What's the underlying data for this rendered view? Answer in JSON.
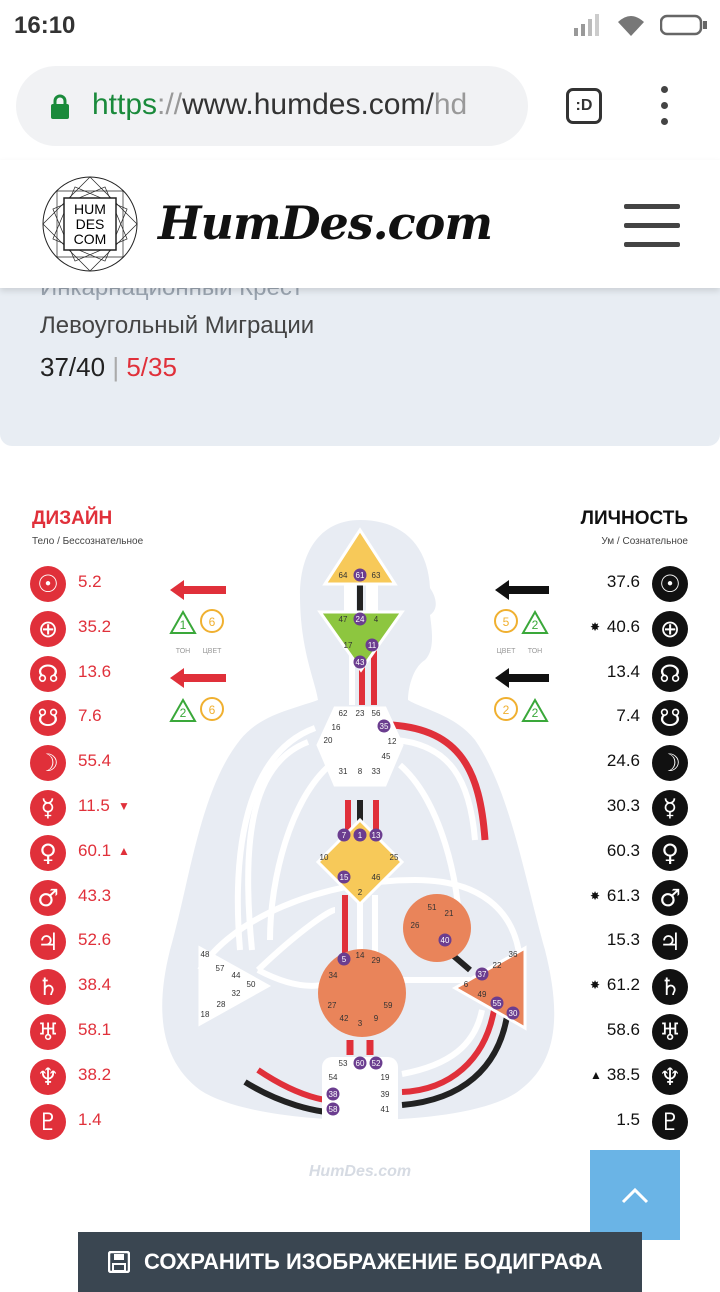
{
  "status": {
    "time": "16:10"
  },
  "browser": {
    "url_scheme": "https",
    "url_sep": "://",
    "url_host": "www.humdes.com/",
    "url_tail": "hd",
    "tabs_label": ":D"
  },
  "site": {
    "logo_line1": "HUM",
    "logo_line2": "DES",
    "logo_line3": "COM",
    "brand": "HumDes.com"
  },
  "info": {
    "faded_text": "Инкарнационный Крест",
    "cross_name": "Левоугольный Миграции",
    "gates_a": "37/40",
    "gates_sep": "|",
    "gates_b": "5/35"
  },
  "design": {
    "title": "ДИЗАЙН",
    "subtitle": "Тело / Бессознательное",
    "color": "#e0303a",
    "rows": [
      {
        "icon": "sun-icon",
        "glyph": "☉",
        "value": "5.2",
        "marker": ""
      },
      {
        "icon": "earth-icon",
        "glyph": "⊕",
        "value": "35.2",
        "marker": ""
      },
      {
        "icon": "north-node-icon",
        "glyph": "☊",
        "value": "13.6",
        "marker": ""
      },
      {
        "icon": "south-node-icon",
        "glyph": "☋",
        "value": "7.6",
        "marker": ""
      },
      {
        "icon": "moon-icon",
        "glyph": "☽",
        "value": "55.4",
        "marker": ""
      },
      {
        "icon": "mercury-icon",
        "glyph": "☿",
        "value": "11.5",
        "marker": "▼"
      },
      {
        "icon": "venus-icon",
        "glyph": "♀",
        "value": "60.1",
        "marker": "▲"
      },
      {
        "icon": "mars-icon",
        "glyph": "♂",
        "value": "43.3",
        "marker": ""
      },
      {
        "icon": "jupiter-icon",
        "glyph": "♃",
        "value": "52.6",
        "marker": ""
      },
      {
        "icon": "saturn-icon",
        "glyph": "♄",
        "value": "38.4",
        "marker": ""
      },
      {
        "icon": "uranus-icon",
        "glyph": "♅",
        "value": "58.1",
        "marker": ""
      },
      {
        "icon": "neptune-icon",
        "glyph": "♆",
        "value": "38.2",
        "marker": ""
      },
      {
        "icon": "pluto-icon",
        "glyph": "♇",
        "value": "1.4",
        "marker": ""
      }
    ],
    "arrows": [
      {
        "tone": "1",
        "color": "6"
      },
      {
        "tone": "2",
        "color": "6"
      }
    ],
    "tone_label": "ТОН",
    "color_label": "ЦВЕТ"
  },
  "personality": {
    "title": "ЛИЧНОСТЬ",
    "subtitle": "Ум / Сознательное",
    "color": "#111111",
    "rows": [
      {
        "icon": "sun-icon",
        "glyph": "☉",
        "value": "37.6",
        "marker": ""
      },
      {
        "icon": "earth-icon",
        "glyph": "⊕",
        "value": "40.6",
        "marker": "✸"
      },
      {
        "icon": "north-node-icon",
        "glyph": "☊",
        "value": "13.4",
        "marker": ""
      },
      {
        "icon": "south-node-icon",
        "glyph": "☋",
        "value": "7.4",
        "marker": ""
      },
      {
        "icon": "moon-icon",
        "glyph": "☽",
        "value": "24.6",
        "marker": ""
      },
      {
        "icon": "mercury-icon",
        "glyph": "☿",
        "value": "30.3",
        "marker": ""
      },
      {
        "icon": "venus-icon",
        "glyph": "♀",
        "value": "60.3",
        "marker": ""
      },
      {
        "icon": "mars-icon",
        "glyph": "♂",
        "value": "61.3",
        "marker": "✸"
      },
      {
        "icon": "jupiter-icon",
        "glyph": "♃",
        "value": "15.3",
        "marker": ""
      },
      {
        "icon": "saturn-icon",
        "glyph": "♄",
        "value": "61.2",
        "marker": "✸"
      },
      {
        "icon": "uranus-icon",
        "glyph": "♅",
        "value": "58.6",
        "marker": ""
      },
      {
        "icon": "neptune-icon",
        "glyph": "♆",
        "value": "38.5",
        "marker": "▲"
      },
      {
        "icon": "pluto-icon",
        "glyph": "♇",
        "value": "1.5",
        "marker": ""
      }
    ],
    "arrows": [
      {
        "color": "5",
        "tone": "2"
      },
      {
        "color": "2",
        "tone": "2"
      }
    ],
    "tone_label": "ТОН",
    "color_label": "ЦВЕТ"
  },
  "bodygraph": {
    "watermark": "HumDes.com",
    "centers": {
      "head": {
        "gates": [
          "64",
          "61",
          "63"
        ],
        "fill": "#f7c959"
      },
      "ajna": {
        "gates": [
          "47",
          "24",
          "4",
          "17",
          "11",
          "43"
        ],
        "fill": "#8dc63f"
      },
      "throat": {
        "gates": [
          "62",
          "23",
          "56",
          "16",
          "35",
          "20",
          "12",
          "45",
          "31",
          "8",
          "33"
        ],
        "fill": "#ffffff"
      },
      "g": {
        "gates": [
          "7",
          "1",
          "13",
          "10",
          "25",
          "15",
          "2",
          "46"
        ],
        "fill": "#f7c959"
      },
      "heart": {
        "gates": [
          "51",
          "21",
          "26",
          "40"
        ],
        "fill": "#e9845a"
      },
      "spleen": {
        "gates": [
          "48",
          "57",
          "44",
          "50",
          "32",
          "28",
          "18"
        ],
        "fill": "#ffffff"
      },
      "sacral": {
        "gates": [
          "5",
          "14",
          "29",
          "34",
          "27",
          "59",
          "42",
          "3",
          "9"
        ],
        "fill": "#e9845a"
      },
      "solar": {
        "gates": [
          "36",
          "22",
          "37",
          "6",
          "49",
          "55",
          "30"
        ],
        "fill": "#e9845a"
      },
      "root": {
        "gates": [
          "53",
          "60",
          "52",
          "54",
          "19",
          "38",
          "39",
          "58",
          "41"
        ],
        "fill": "#ffffff"
      }
    },
    "active_gates": [
      "61",
      "24",
      "11",
      "43",
      "35",
      "7",
      "1",
      "13",
      "15",
      "40",
      "5",
      "37",
      "55",
      "30",
      "60",
      "52",
      "38",
      "58"
    ]
  },
  "footer": {
    "save_label": "СОХРАНИТЬ ИЗОБРАЖЕНИЕ БОДИГРАФА"
  }
}
